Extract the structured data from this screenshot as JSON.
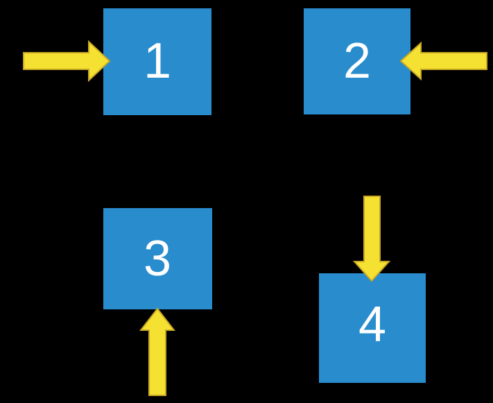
{
  "diagram": {
    "background_color": "#000000",
    "colors": {
      "square_fill": "#288ccd",
      "arrow_fill": "#f5e132",
      "arrow_outline": "#c9a822",
      "label_color": "#ffffff"
    },
    "squares": [
      {
        "label": "1",
        "arrow_from": "left",
        "arrow_points": "right"
      },
      {
        "label": "2",
        "arrow_from": "right",
        "arrow_points": "left"
      },
      {
        "label": "3",
        "arrow_from": "below",
        "arrow_points": "up"
      },
      {
        "label": "4",
        "arrow_from": "above",
        "arrow_points": "down"
      }
    ]
  }
}
